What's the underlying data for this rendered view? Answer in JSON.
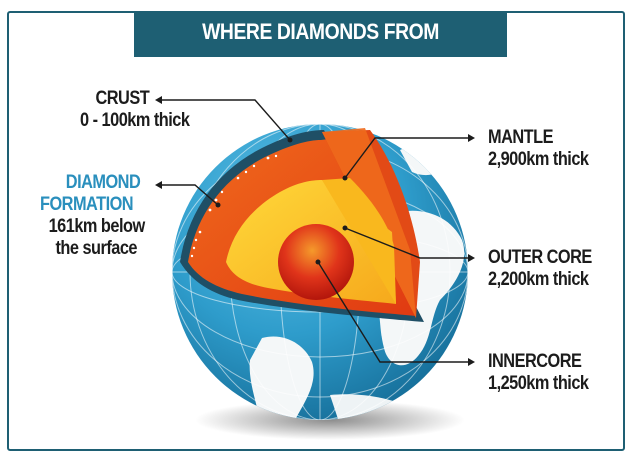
{
  "header": {
    "title": "WHERE DIAMONDS FROM"
  },
  "layers": {
    "crust": {
      "name": "CRUST",
      "detail": "0 - 100km thick"
    },
    "diamond": {
      "name_line1": "DIAMOND",
      "name_line2": "FORMATION",
      "detail_line1": "161km below",
      "detail_line2": "the surface"
    },
    "mantle": {
      "name": "MANTLE",
      "detail": "2,900km thick"
    },
    "outer_core": {
      "name": "OUTER CORE",
      "detail": "2,200km thick"
    },
    "inner_core": {
      "name": "INNERCORE",
      "detail": "1,250km thick"
    }
  },
  "colors": {
    "banner": "#1e5f73",
    "ocean": "#2e9ccb",
    "land": "#f4f7f8",
    "crust": "#1f4f66",
    "mantle": "#e8471a",
    "outer_core": "#f7c21b",
    "inner_core": "#d9280f",
    "diamond_label": "#2a8fbd",
    "label_text": "#1c1c1c"
  }
}
